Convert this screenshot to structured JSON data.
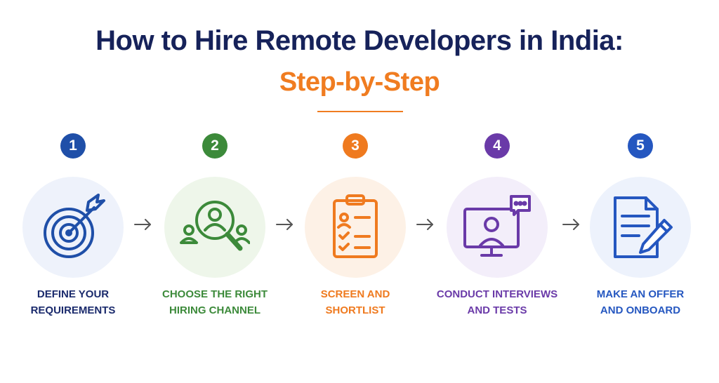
{
  "header": {
    "title": "How to Hire Remote Developers in India:",
    "subtitle": "Step-by-Step"
  },
  "colors": {
    "navy": "#16225a",
    "orange": "#f07c20",
    "step1": "#1f4fa8",
    "step2": "#3c8a3a",
    "step3": "#ef7a1f",
    "step4": "#6a3aa8",
    "step5": "#2557c0"
  },
  "steps": [
    {
      "number": "1",
      "icon": "target-icon",
      "line1": "DEFINE YOUR",
      "line2": "REQUIREMENTS"
    },
    {
      "number": "2",
      "icon": "magnifier-people-icon",
      "line1": "CHOOSE THE RIGHT",
      "line2": "HIRING CHANNEL"
    },
    {
      "number": "3",
      "icon": "clipboard-checklist-icon",
      "line1": "SCREEN AND",
      "line2": "SHORTLIST"
    },
    {
      "number": "4",
      "icon": "video-interview-icon",
      "line1": "CONDUCT INTERVIEWS",
      "line2": "AND TESTS"
    },
    {
      "number": "5",
      "icon": "document-pen-icon",
      "line1": "MAKE AN OFFER",
      "line2": "AND ONBOARD"
    }
  ]
}
